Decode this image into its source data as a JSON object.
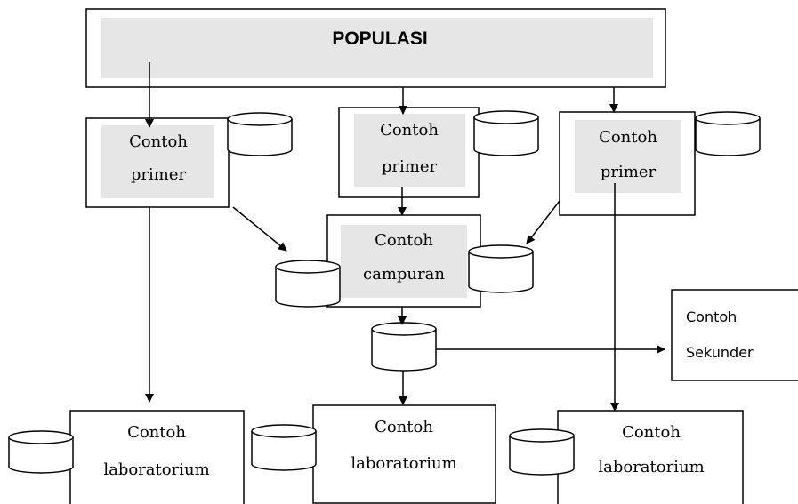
{
  "title": "POPULASI",
  "primary_samples": [
    {
      "line1": "Contoh",
      "line2": "primer"
    },
    {
      "line1": "Contoh",
      "line2": "primer"
    },
    {
      "line1": "Contoh",
      "line2": "primer"
    }
  ],
  "composite": {
    "line1": "Contoh",
    "line2": "campuran"
  },
  "secondary": {
    "line1": "Contoh",
    "line2": "Sekunder"
  },
  "laboratory_samples": [
    {
      "line1": "Contoh",
      "line2": "laboratorium"
    },
    {
      "line1": "Contoh",
      "line2": "laboratorium"
    },
    {
      "line1": "Contoh",
      "line2": "laboratorium"
    }
  ],
  "colors": {
    "stroke": "#000000",
    "highlight": "#e6e6e6",
    "background": "#ffffff"
  }
}
